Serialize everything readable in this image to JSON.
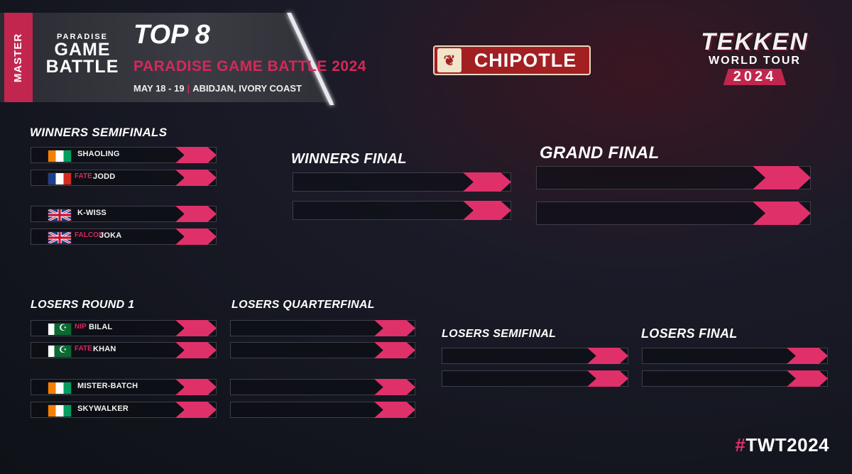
{
  "header": {
    "division": "MASTER",
    "logo_small": "PARADISE",
    "logo_line1": "GAME",
    "logo_line2": "BATTLE",
    "title": "TOP 8",
    "event": "PARADISE GAME BATTLE 2024",
    "dates": "MAY 18 - 19",
    "location": "ABIDJAN, IVORY COAST"
  },
  "sponsor": {
    "name": "CHIPOTLE",
    "icon": "pepper-icon"
  },
  "tour_logo": {
    "title": "TEKKEN",
    "subtitle": "WORLD TOUR",
    "year": "2024"
  },
  "hashtag": {
    "symbol": "#",
    "text": "TWT2024"
  },
  "colors": {
    "accent": "#e0306a",
    "header_red": "#d6285a",
    "background": "#14161f"
  },
  "sections": {
    "winners_semifinals": {
      "title": "WINNERS SEMIFINALS",
      "players": [
        {
          "flag": "ivory-coast-flag",
          "tag": "",
          "name": "SHAOLING"
        },
        {
          "flag": "france-flag",
          "tag": "FATE",
          "name": "JODD"
        },
        {
          "flag": "uk-flag",
          "tag": "",
          "name": "K-WISS"
        },
        {
          "flag": "uk-flag",
          "tag": "FALCON",
          "name": "JOKA"
        }
      ]
    },
    "winners_final": {
      "title": "WINNERS FINAL"
    },
    "grand_final": {
      "title": "GRAND FINAL"
    },
    "losers_round1": {
      "title": "LOSERS ROUND 1",
      "players": [
        {
          "flag": "pakistan-flag",
          "tag": "NIP",
          "name": "BILAL"
        },
        {
          "flag": "pakistan-flag",
          "tag": "FATE",
          "name": "KHAN"
        },
        {
          "flag": "ivory-coast-flag",
          "tag": "",
          "name": "MISTER-BATCH"
        },
        {
          "flag": "ivory-coast-flag",
          "tag": "",
          "name": "SKYWALKER"
        }
      ]
    },
    "losers_quarterfinal": {
      "title": "LOSERS QUARTERFINAL"
    },
    "losers_semifinal": {
      "title": "LOSERS SEMIFINAL"
    },
    "losers_final": {
      "title": "LOSERS FINAL"
    }
  }
}
